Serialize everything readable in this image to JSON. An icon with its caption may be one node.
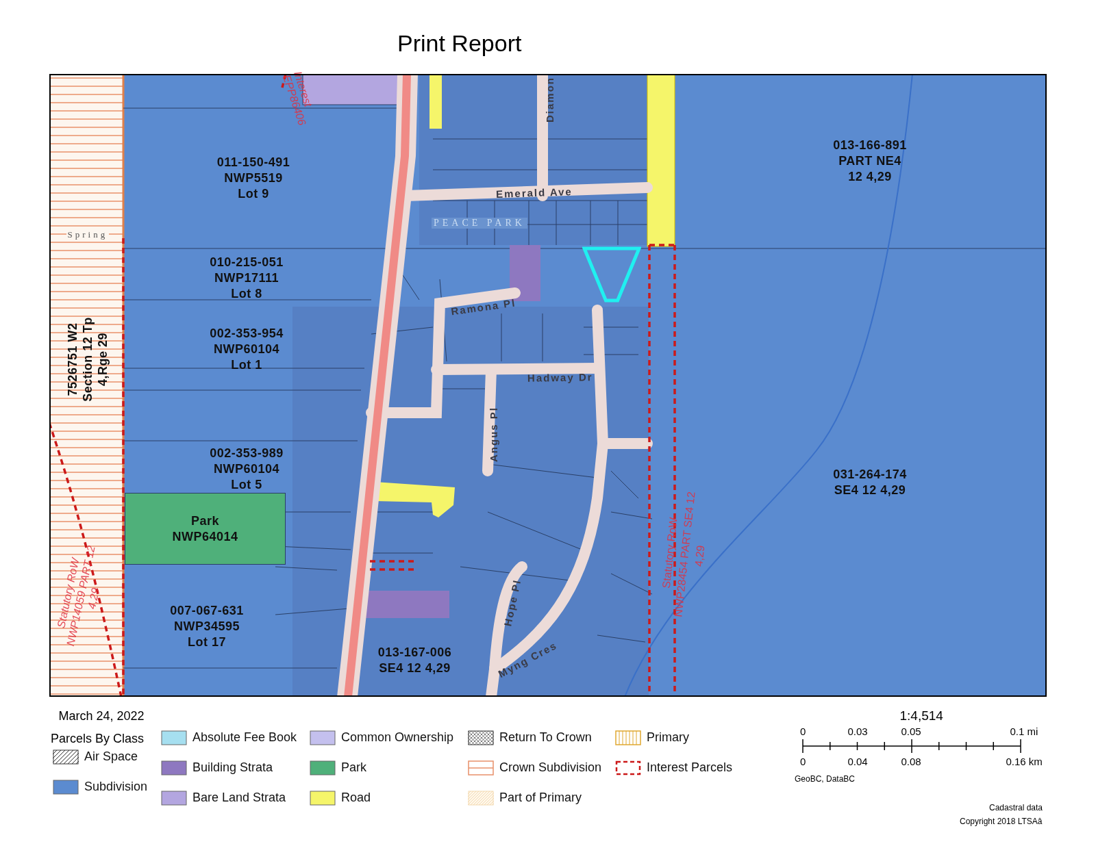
{
  "diagram": {
    "title": "Print Report",
    "nodes": [
      {
        "text": [
          "011-150-491 NWP5519 Lot 9"
        ]
      },
      {
        "text": [
          "010-215-051 NWP17111 Lot 8"
        ]
      },
      {
        "text": [
          "002-353-954 NWP60104 Lot 1"
        ]
      },
      {
        "text": [
          "002-353-989 NWP60104 Lot 5"
        ]
      },
      {
        "text": [
          "Park NWP64014"
        ]
      },
      {
        "text": [
          "007-067-631 NWP34595 Lot 17"
        ]
      },
      {
        "text": [
          "013-167-006 SE4 12 4,29"
        ]
      },
      {
        "text": [
          "013-166-891 PART NE4 12 4,29"
        ]
      },
      {
        "text": [
          "031-264-174 SE4 12 4,29"
        ]
      },
      {
        "text": [
          "7526751 W2 Section 12 Tp 4,Rge 29"
        ]
      },
      {
        "text": [],
        "shape": "triangle"
      }
    ],
    "edges": [],
    "labels": [
      "Interest EPP86406",
      "Diamon",
      "Emerald Ave",
      "PEACE PARK",
      "Spring",
      "Ramona Pl",
      "Hadway Dr",
      "Angus Pl",
      "Statutory RoW NWP14059 PART 12 4,29",
      "Hope Pl",
      "Myng Cres",
      "Statutory RoW NWP28454 PART SE4 12 4,29",
      "March 24, 2022",
      "Parcels By Class",
      "1:4,514",
      "0",
      "0.03",
      "0.05",
      "0.1 mi",
      "0",
      "0.04",
      "0.08",
      "0.16 km",
      "GeoBC, DataBC",
      "Cadastral data",
      "Copyright 2018 LTSAâ"
    ],
    "legend": [
      {
        "text": "Air Space"
      },
      {
        "text": "Subdivision",
        "color": "#5b8bd0"
      },
      {
        "text": "Absolute Fee Book",
        "color": "#a6dff0"
      },
      {
        "text": "Building Strata",
        "color": "#8e78c0"
      },
      {
        "text": "Bare Land Strata",
        "color": "#b3a6e0"
      },
      {
        "text": "Common Ownership",
        "color": "#c4c0ee"
      },
      {
        "text": "Park",
        "color": "#4fb07a"
      },
      {
        "text": "Road",
        "color": "#f5f56a"
      },
      {
        "text": "Return To Crown"
      },
      {
        "text": "Crown Subdivision"
      },
      {
        "text": "Part of Primary"
      },
      {
        "text": "Primary"
      },
      {
        "text": "Interest Parcels"
      }
    ]
  }
}
